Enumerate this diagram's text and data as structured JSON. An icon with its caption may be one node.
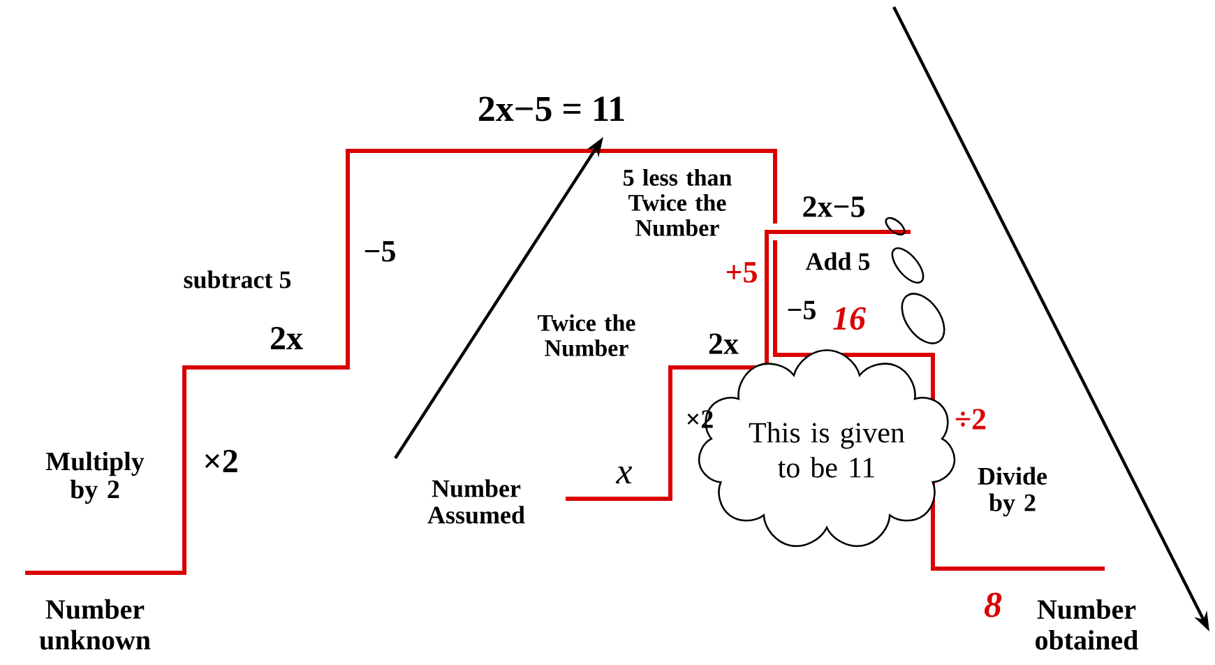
{
  "diagram": {
    "nodes": [
      {
        "text": [
          "This is given to be 11"
        ]
      }
    ],
    "labels": [
      "2x−5 = 11",
      "5 less than Twice the Number",
      "2x−5",
      "+5",
      "Add 5",
      "subtract 5",
      "−5",
      "−5",
      "16",
      "2x",
      "Twice the Number",
      "2x",
      "×2",
      "Multiply by 2",
      "×2",
      "Number Assumed",
      "x",
      "÷2",
      "Divide by 2",
      "Number unknown",
      "8",
      "Number obtained"
    ]
  }
}
